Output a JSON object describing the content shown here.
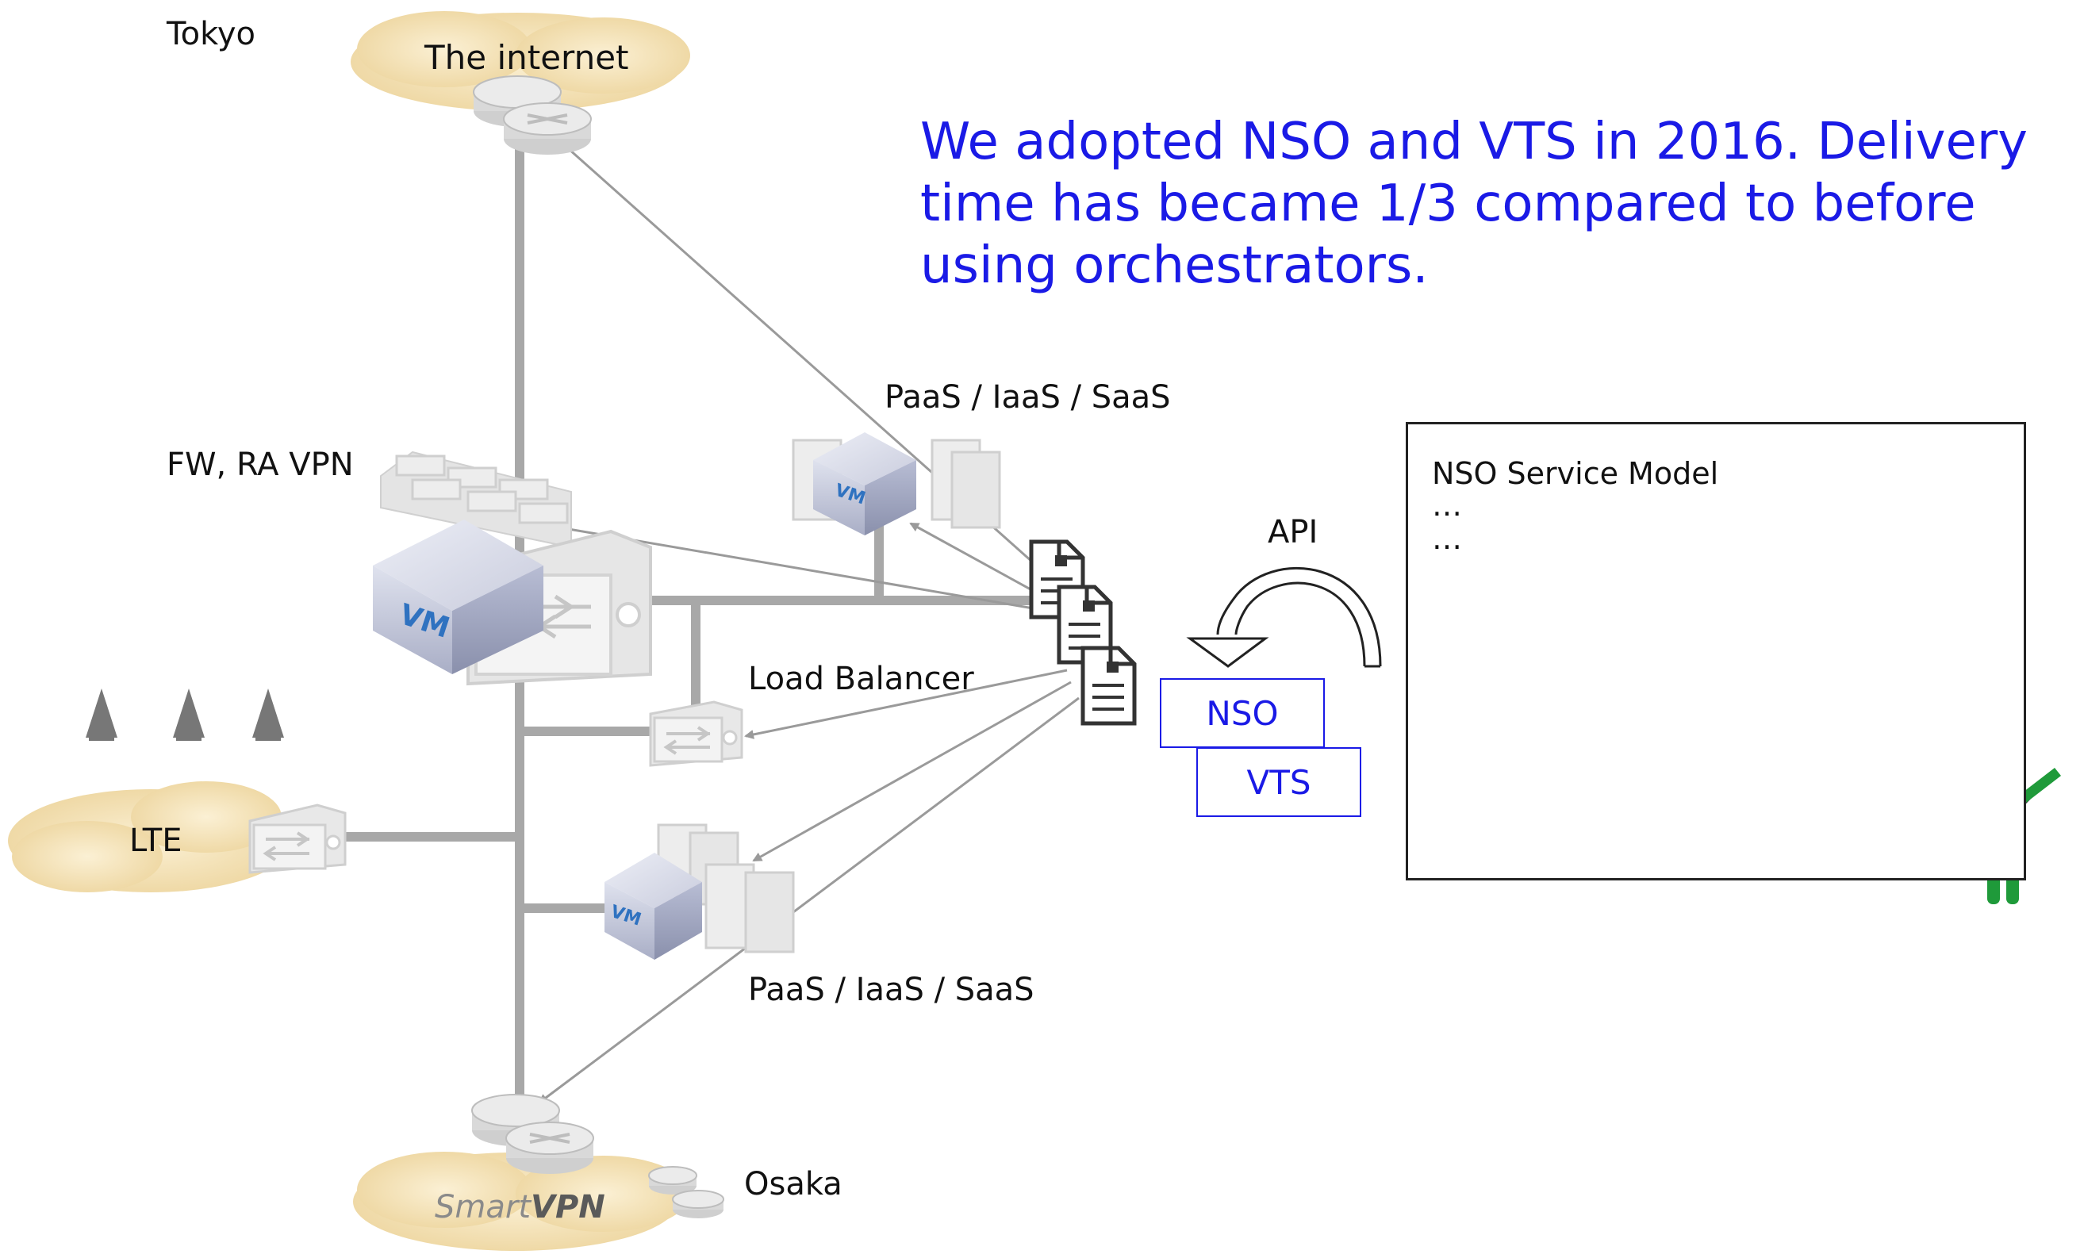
{
  "locations": {
    "top": "Tokyo",
    "bottom": "Osaka"
  },
  "headline": "We adopted NSO and VTS in 2016. Delivery time has became 1/3 compared to before using orchestrators.",
  "clouds": {
    "internet": "The internet",
    "lte": "LTE",
    "smartvpn_a": "Smart",
    "smartvpn_b": "VPN"
  },
  "labels": {
    "fw": "FW, RA VPN",
    "paas_top": "PaaS / IaaS / SaaS",
    "paas_bottom": "PaaS / IaaS / SaaS",
    "load_balancer": "Load Balancer",
    "api": "API",
    "vm": "VM"
  },
  "orchestrators": {
    "nso": "NSO",
    "vts": "VTS"
  },
  "service_model": {
    "title": "NSO Service Model",
    "line1": "…",
    "line2": "…"
  },
  "colors": {
    "accent": "#1a1ae6",
    "cloud": "#f2dfb0",
    "person": "#1f9a3a",
    "line": "#a8a8a8"
  }
}
